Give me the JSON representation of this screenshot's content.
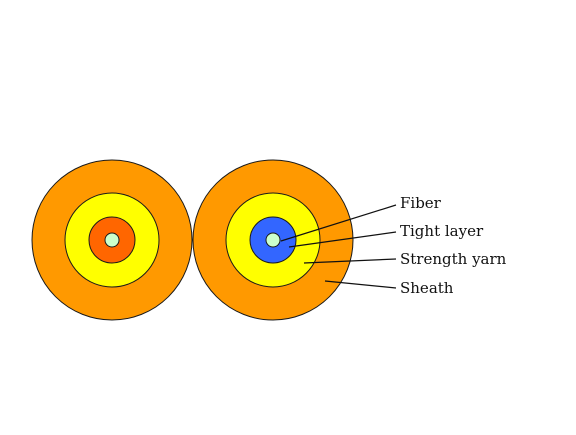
{
  "diagram": {
    "labels": {
      "fiber": "Fiber",
      "tight_layer": "Tight layer",
      "strength_yarn": "Strength yarn",
      "sheath": "Sheath"
    },
    "colors": {
      "sheath": "#ff9900",
      "strength_yarn": "#ffff00",
      "tight_layer_left": "#ff6600",
      "tight_layer_right": "#3366ff",
      "fiber": "#ccffcc",
      "outline": "#1a1a1a",
      "leader_line": "#111111"
    }
  }
}
